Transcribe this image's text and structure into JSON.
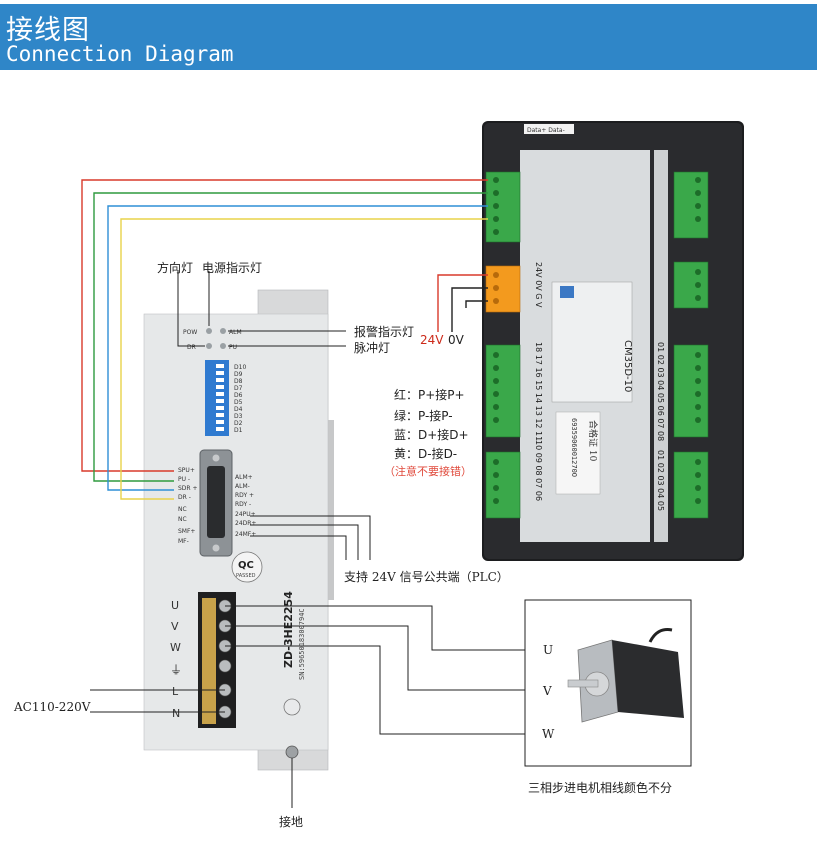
{
  "header": {
    "title_cn": "接线图",
    "title_en": "Connection Diagram"
  },
  "labels": {
    "direction_lamp": "方向灯",
    "power_lamp": "电源指示灯",
    "alarm_lamp": "报警指示灯",
    "pulse_lamp": "脉冲灯",
    "v24": "24V",
    "v0": "0V",
    "common_24v": "支持 24V 信号公共端（PLC）",
    "ac_input": "AC110-220V",
    "ground": "接地",
    "motor_note": "三相步进电机相线颜色不分",
    "motor_u": "U",
    "motor_v": "V",
    "motor_w": "W"
  },
  "wire_legend": {
    "red": "红：P+接P+",
    "green": "绿：P-接P-",
    "blue": "蓝：D+接D+",
    "yellow": "黄：D-接D-",
    "warning": "（注意不要接错）"
  },
  "driver": {
    "led_top_left": "POW",
    "led_top_right": "ALM",
    "led_bottom_left": "DR",
    "led_bottom_right": "PU",
    "dip_labels": [
      "D10",
      "D9",
      "D8",
      "D7",
      "D6",
      "D5",
      "D4",
      "D3",
      "D2",
      "D1"
    ],
    "left_pins": [
      "SPU+",
      "PU -",
      "SDR +",
      "DR -",
      "NC",
      "NC",
      "SMF+",
      "MF-"
    ],
    "right_pins": [
      "ALM+",
      "ALM-",
      "RDY +",
      "RDY -",
      "24PU+",
      "24DR+",
      "24MF+"
    ],
    "power_terminals": [
      "U",
      "V",
      "W",
      "⏚",
      "L",
      "N"
    ],
    "model": "ZD-3HE2254",
    "serial": "SN:5965018300794C",
    "qc": "QC",
    "qc_sub": "PASSED"
  },
  "controller": {
    "top_label": "Data+ Data-",
    "model": "CM35D-10",
    "cert": "合格证 10",
    "barcode": "6935906001270O",
    "power_pins": "24V 0V G V",
    "number_row_1": "18 17 16 15 14 13 12 11",
    "number_row_2": "10 09 08 07 06",
    "right_row_1": "01 02 03 04 05 06 07 08",
    "right_row_2": "01 02 03 04 05"
  },
  "colors": {
    "banner": "#2f86c8",
    "wire_red": "#d93a2b",
    "wire_green": "#2e9a3e",
    "wire_blue": "#2f8fd6",
    "wire_yellow": "#e8d34a",
    "terminal_green": "#3aa84a",
    "terminal_orange": "#f39a1e",
    "label_red": "#cc2a1a",
    "warning_red": "#e04a3c"
  }
}
